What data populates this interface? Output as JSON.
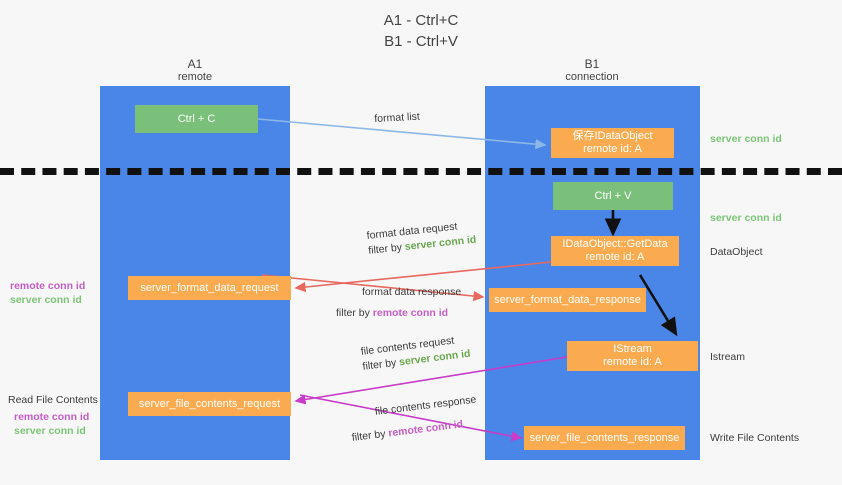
{
  "title": {
    "line1": "A1 - Ctrl+C",
    "line2": "B1 - Ctrl+V"
  },
  "lanes": [
    {
      "name": "A1",
      "subtitle": "remote",
      "color": "#4a86e8"
    },
    {
      "name": "B1",
      "subtitle": "connection",
      "color": "#4a86e8"
    }
  ],
  "nodes": {
    "ctrl_c": {
      "line1": "Ctrl + C",
      "line2": "",
      "color": "#7ac07a"
    },
    "save_idataobject": {
      "line1": "保存IDataObject",
      "line2": "remote id: A",
      "color": "#fbab4f"
    },
    "ctrl_v": {
      "line1": "Ctrl + V",
      "line2": "",
      "color": "#7ac07a"
    },
    "getdata": {
      "line1": "IDataObject::GetData",
      "line2": "remote id: A",
      "color": "#fbab4f"
    },
    "istream": {
      "line1": "IStream",
      "line2": "remote id: A",
      "color": "#fbab4f"
    },
    "server_format_data_request": {
      "line1": "server_format_data_request",
      "line2": "",
      "color": "#fbab4f"
    },
    "server_format_data_response": {
      "line1": "server_format_data_response",
      "line2": "",
      "color": "#fbab4f"
    },
    "server_file_contents_request": {
      "line1": "server_file_contents_request",
      "line2": "",
      "color": "#fbab4f"
    },
    "server_file_contents_response": {
      "line1": "server_file_contents_response",
      "line2": "",
      "color": "#fbab4f"
    }
  },
  "edge_labels": {
    "format_list": "format list",
    "format_data_request": "format data request",
    "format_data_request_filter_prefix": "filter by ",
    "format_data_request_filter_key": "server conn id",
    "format_data_response": "format data response",
    "format_data_response_filter_prefix": "filter by ",
    "format_data_response_filter_key": "remote conn id",
    "file_contents_request": "file contents request",
    "file_contents_request_filter_prefix": "filter by ",
    "file_contents_request_filter_key": "server conn id",
    "file_contents_response": "file contents response",
    "file_contents_response_filter_prefix": "filter by ",
    "file_contents_response_filter_key": "remote conn id"
  },
  "annotations": {
    "right_server_conn_id_top": "server conn id",
    "right_server_conn_id_mid": "server conn id",
    "right_dataobject": "DataObject",
    "right_istream": "Istream",
    "right_write_file_contents": "Write File Contents",
    "left_remote_conn_id_1": "remote conn id",
    "left_server_conn_id_1": "server conn id",
    "left_read_file_contents": "Read File Contents",
    "left_remote_conn_id_2": "remote conn id",
    "left_server_conn_id_2": "server conn id"
  },
  "colors": {
    "lane": "#4a86e8",
    "green_node": "#7ac07a",
    "orange_node": "#fbab4f",
    "server_conn_id": "#6aa84f",
    "remote_conn_id": "#c65dc6",
    "arrow_format_list": "#8cb8e8",
    "arrow_black": "#111111",
    "arrow_red": "#e8685f",
    "arrow_magenta": "#c93bc9",
    "background": "#f7f7f7",
    "dashed_line": "#111111"
  }
}
